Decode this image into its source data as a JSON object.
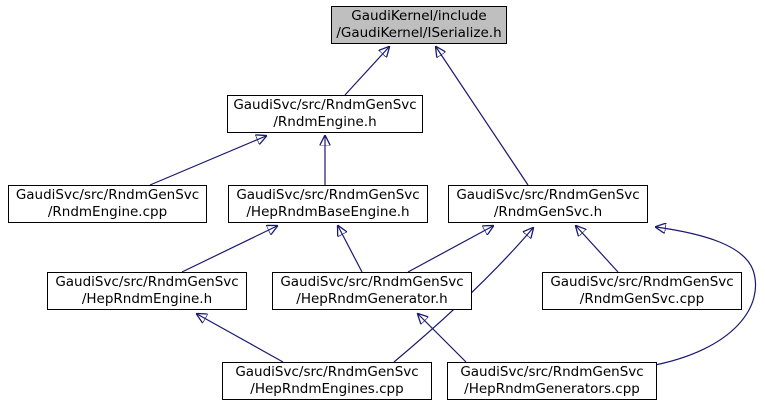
{
  "diagram_type": "include-dependency-graph",
  "colors": {
    "arrow": "#191970",
    "node_border": "#000000",
    "node_fill": "#ffffff",
    "highlight_fill": "#bfbfbf",
    "background": "#ffffff"
  },
  "nodes": [
    {
      "id": "iserialize",
      "label": "GaudiKernel/include\n/GaudiKernel/ISerialize.h",
      "highlighted": true
    },
    {
      "id": "rndmengine-h",
      "label": "GaudiSvc/src/RndmGenSvc\n/RndmEngine.h",
      "highlighted": false
    },
    {
      "id": "rndmengine-cpp",
      "label": "GaudiSvc/src/RndmGenSvc\n/RndmEngine.cpp",
      "highlighted": false
    },
    {
      "id": "heprndmbase-h",
      "label": "GaudiSvc/src/RndmGenSvc\n/HepRndmBaseEngine.h",
      "highlighted": false
    },
    {
      "id": "rndmgensvc-h",
      "label": "GaudiSvc/src/RndmGenSvc\n/RndmGenSvc.h",
      "highlighted": false
    },
    {
      "id": "heprndmengine-h",
      "label": "GaudiSvc/src/RndmGenSvc\n/HepRndmEngine.h",
      "highlighted": false
    },
    {
      "id": "heprndmgen-h",
      "label": "GaudiSvc/src/RndmGenSvc\n/HepRndmGenerator.h",
      "highlighted": false
    },
    {
      "id": "rndmgensvc-cpp",
      "label": "GaudiSvc/src/RndmGenSvc\n/RndmGenSvc.cpp",
      "highlighted": false
    },
    {
      "id": "heprndmengs-cpp",
      "label": "GaudiSvc/src/RndmGenSvc\n/HepRndmEngines.cpp",
      "highlighted": false
    },
    {
      "id": "heprndmgens-cpp",
      "label": "GaudiSvc/src/RndmGenSvc\n/HepRndmGenerators.cpp",
      "highlighted": false
    }
  ],
  "edges": [
    {
      "from": "rndmengine-h",
      "to": "iserialize"
    },
    {
      "from": "rndmgensvc-h",
      "to": "iserialize"
    },
    {
      "from": "rndmengine-cpp",
      "to": "rndmengine-h"
    },
    {
      "from": "heprndmbase-h",
      "to": "rndmengine-h"
    },
    {
      "from": "heprndmengine-h",
      "to": "heprndmbase-h"
    },
    {
      "from": "heprndmgen-h",
      "to": "heprndmbase-h"
    },
    {
      "from": "heprndmgen-h",
      "to": "rndmgensvc-h"
    },
    {
      "from": "rndmgensvc-cpp",
      "to": "rndmgensvc-h"
    },
    {
      "from": "heprndmengs-cpp",
      "to": "rndmgensvc-h"
    },
    {
      "from": "heprndmgens-cpp",
      "to": "rndmgensvc-h"
    },
    {
      "from": "heprndmengs-cpp",
      "to": "heprndmengine-h"
    },
    {
      "from": "heprndmgens-cpp",
      "to": "heprndmgen-h"
    }
  ]
}
